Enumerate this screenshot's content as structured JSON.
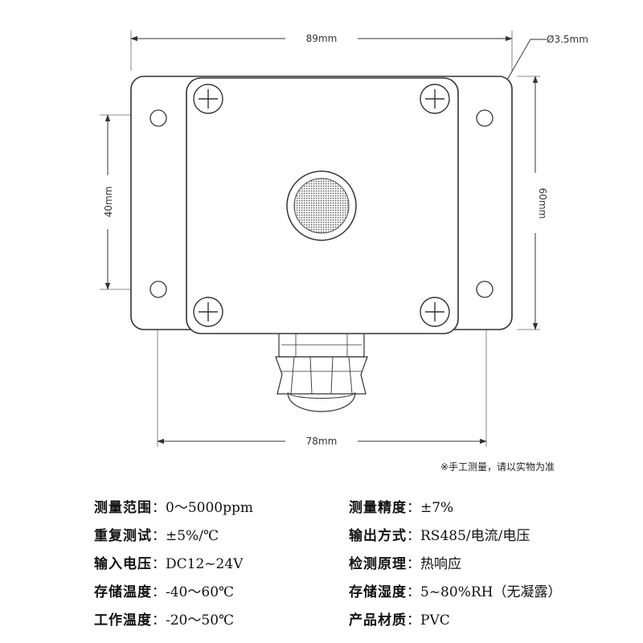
{
  "dimensions": {
    "width_top": "89mm",
    "hole_diameter": "Ø3.5mm",
    "height_left": "40mm",
    "height_right": "60mm",
    "width_bottom": "78mm"
  },
  "note": "※手工测量，请以实物为准",
  "specs": {
    "left": [
      {
        "label": "测量范围",
        "value": "0～5000ppm"
      },
      {
        "label": "重复测试",
        "value": "±5%/℃"
      },
      {
        "label": "输入电压",
        "value": "DC12~24V"
      },
      {
        "label": "存储温度",
        "value": "-40～60℃"
      },
      {
        "label": "工作温度",
        "value": "-20～50℃"
      }
    ],
    "right": [
      {
        "label": "测量精度",
        "value": "±7%"
      },
      {
        "label": "输出方式",
        "value": "RS485/电流/电压"
      },
      {
        "label": "检测原理",
        "value": "热响应"
      },
      {
        "label": "存储湿度",
        "value": "5~80%RH（无凝露）"
      },
      {
        "label": "产品材质",
        "value": "PVC"
      }
    ],
    "separator": "："
  }
}
